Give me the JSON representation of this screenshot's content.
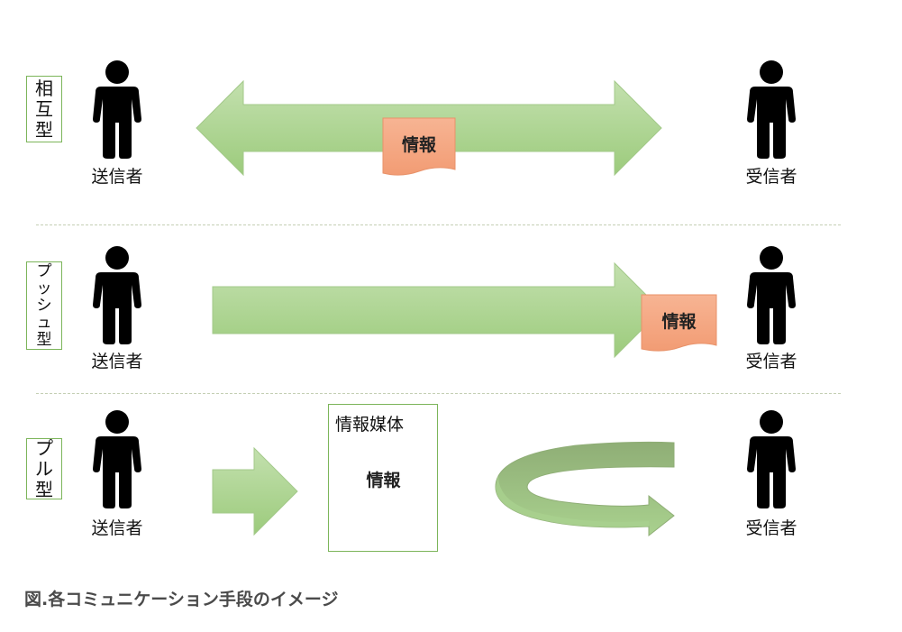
{
  "rows": [
    {
      "type_chars": [
        "相",
        "互",
        "型"
      ],
      "sender": "送信者",
      "receiver": "受信者",
      "document": "情報"
    },
    {
      "type_chars": [
        "プ",
        "ッ",
        "シ",
        "ュ",
        "型"
      ],
      "sender": "送信者",
      "receiver": "受信者",
      "document": "情報"
    },
    {
      "type_chars": [
        "プ",
        "ル",
        "型"
      ],
      "sender": "送信者",
      "receiver": "受信者",
      "document": "情報",
      "media": "情報媒体"
    }
  ],
  "caption": "図.各コミュニケーション手段のイメージ",
  "colors": {
    "arrow_green": "#a9d18e",
    "arrow_green_dark": "#8fae76",
    "doc_fill": "#f4a582",
    "frame_green": "#7cb55a",
    "person": "#000000"
  },
  "icons": [
    "person-icon",
    "double-arrow",
    "right-arrow",
    "curved-arrow",
    "document-icon"
  ]
}
